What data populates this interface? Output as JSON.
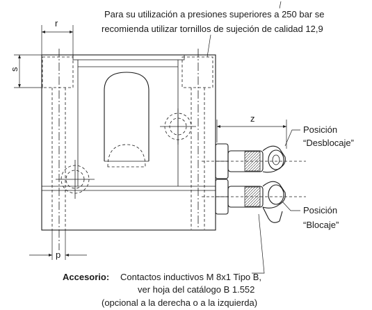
{
  "note": {
    "line1": "Para su utilización a presiones superiores a 250 bar se",
    "line2": "recomienda utilizar tornillos de sujeción de calidad 12,9"
  },
  "dimensions": {
    "r": "r",
    "s": "s",
    "z": "z",
    "p": "p"
  },
  "positions": {
    "unlock_line1": "Posición",
    "unlock_line2": "“Desblocaje”",
    "lock_line1": "Posición",
    "lock_line2": "“Blocaje”"
  },
  "accessory": {
    "label": "Accesorio:",
    "line1": "Contactos inductivos M 8x1 Tipo B,",
    "line2": "ver hoja del catálogo B 1.552",
    "line3": "(opcional a la derecha o a la izquierda)"
  }
}
